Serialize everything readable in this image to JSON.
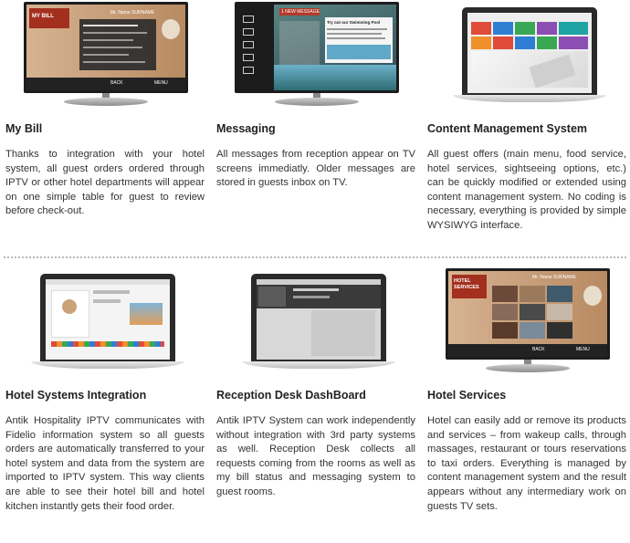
{
  "sections": [
    {
      "title": "My Bill",
      "body": "Thanks to integration with your hotel system, all guest orders ordered through IPTV or other hotel departments will appear on one simple table for guest to review before check-out.",
      "screen": {
        "device": "tv",
        "header": "MY BILL",
        "guest": "Mr. Name SURNAME",
        "footer_left": "BACK",
        "footer_right": "MENU"
      }
    },
    {
      "title": "Messaging",
      "body": "All messages from reception appear on TV screens immediatly. Older messages are stored in guests inbox on TV.",
      "screen": {
        "device": "tv",
        "banner": "1 NEW MESSAGE",
        "message_title": "Try out our Swimming Pool"
      }
    },
    {
      "title": "Content Management System",
      "body": "All guest offers (main menu, food service, hotel services, sightseeing options, etc.) can be quickly modified or extended using content management system. No coding is necessary, everything is provided by simple WYSIWYG interface.",
      "screen": {
        "device": "laptop"
      }
    },
    {
      "title": "Hotel Systems Integration",
      "body": "Antik Hospitality IPTV communicates with Fidelio information system so all guests orders are automatically transferred to your hotel system and data from the system are imported to IPTV system. This way clients are able to see their hotel bill and hotel kitchen instantly gets their food order.",
      "screen": {
        "device": "laptop"
      }
    },
    {
      "title": "Reception Desk DashBoard",
      "body": "Antik IPTV System can work independently without integration with 3rd party systems as well. Reception Desk collects all requests coming from the rooms as well as my bill status and messaging system to guest rooms.",
      "screen": {
        "device": "laptop"
      }
    },
    {
      "title": "Hotel Services",
      "body": "Hotel can easily add or remove its products and services – from wakeup calls, through massages, restaurant or tours reservations to taxi orders. Everything is managed by content management system and the result appears without any intermediary work on guests TV sets.",
      "screen": {
        "device": "tv",
        "header": "HOTEL SERVICES",
        "guest": "Mr. Name SURNAME",
        "footer_left": "BACK",
        "footer_right": "MENU"
      }
    }
  ],
  "colors": {
    "tv_warm_bg": "#c9a27a",
    "tile_red": "#e04b3a",
    "tile_blue": "#2e7fd4",
    "tile_green": "#39a854",
    "tile_purple": "#8b4fb3",
    "tile_orange": "#f0902a",
    "tile_teal": "#1fa3a3"
  }
}
